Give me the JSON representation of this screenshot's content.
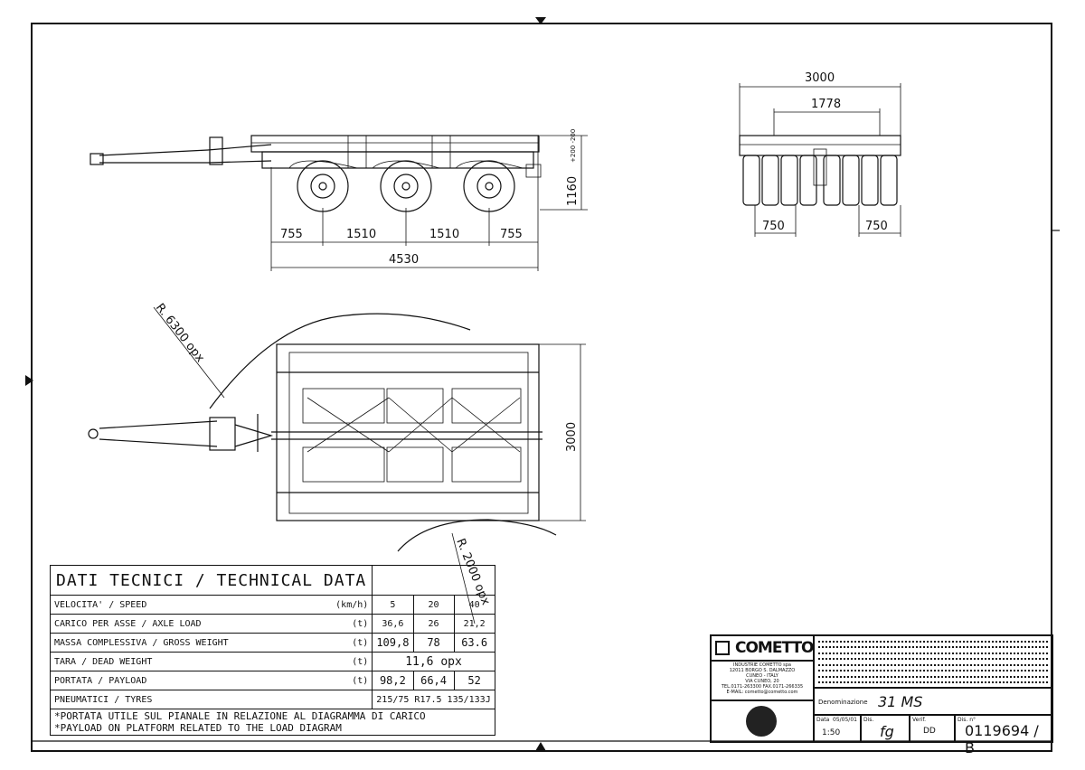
{
  "dimensions": {
    "side_view": {
      "total_length": "4530",
      "overhang_front": "755",
      "axle_spacing_1": "1510",
      "axle_spacing_2": "1510",
      "overhang_rear": "755",
      "height": "1160",
      "height_tolerance": "+200 -200"
    },
    "rear_view": {
      "width": "3000",
      "inner_width": "1778",
      "wheel_track_left": "750",
      "wheel_track_right": "750"
    },
    "plan_view": {
      "width": "3000",
      "outer_radius": "R. 6300 opx",
      "inner_radius": "R. 2000 opx"
    }
  },
  "tech_table": {
    "title": "DATI TECNICI  /  TECHNICAL DATA",
    "rows": [
      {
        "label": "VELOCITA'  /  SPEED",
        "unit": "(km/h)",
        "values": [
          "5",
          "20",
          "40"
        ]
      },
      {
        "label": "CARICO PER ASSE  /  AXLE LOAD",
        "unit": "(t)",
        "values": [
          "36,6",
          "26",
          "21,2"
        ]
      },
      {
        "label": "MASSA COMPLESSIVA  /  GROSS WEIGHT",
        "unit": "(t)",
        "values": [
          "109,8",
          "78",
          "63.6"
        ]
      },
      {
        "label": "TARA  /  DEAD WEIGHT",
        "unit": "(t)",
        "merged": "11,6 opx"
      },
      {
        "label": "PORTATA  /  PAYLOAD",
        "unit": "(t)",
        "values": [
          "98,2",
          "66,4",
          "52"
        ]
      },
      {
        "label": "PNEUMATICI  /  TYRES",
        "unit": "",
        "merged": "215/75  R17.5  135/133J"
      }
    ],
    "notes": [
      "*PORTATA UTILE SUL PIANALE IN RELAZIONE AL DIAGRAMMA DI CARICO",
      "*PAYLOAD ON PLATFORM RELATED TO THE LOAD DIAGRAM"
    ]
  },
  "title_block": {
    "company_logo": "COMETTO",
    "company_address": [
      "INDUSTRIE COMETTO spa",
      "12011 BORGO S. DALMAZZO",
      "CUNEO - ITALY",
      "VIA CUNEO, 20",
      "TEL.0171-263300  FAX.0171-266335",
      "E-MAIL: cometto@cometto.com"
    ],
    "denomination_label": "Denominazione",
    "denomination": "31 MS",
    "date_label": "Data",
    "date": "05/05/01",
    "scale_label": "",
    "scale": "1:50",
    "drawn_label": "Dis.",
    "drawn": "fg",
    "checked_label": "Verif.",
    "checked": "DD",
    "number_label": "Dis. n°",
    "drawing_number": "0119694 / B"
  }
}
